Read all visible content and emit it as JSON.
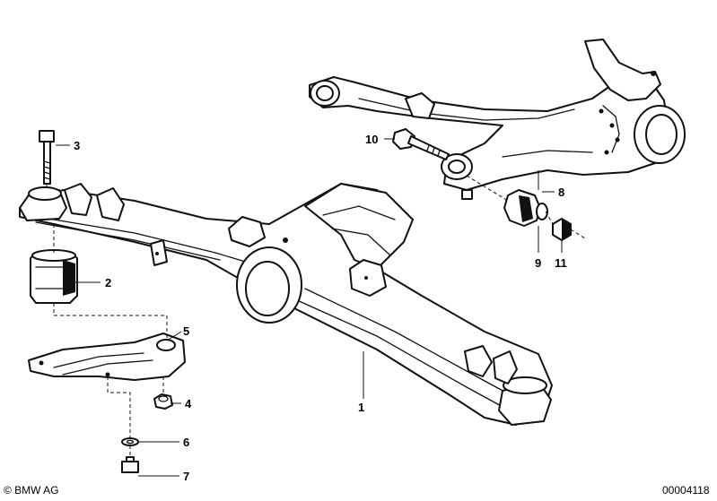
{
  "callouts": {
    "c1": "1",
    "c2": "2",
    "c3": "3",
    "c4": "4",
    "c5": "5",
    "c6": "6",
    "c7": "7",
    "c8": "8",
    "c9": "9",
    "c10": "10",
    "c11": "11"
  },
  "footer": {
    "brand": "© BMW AG",
    "image_number": "00004118"
  },
  "colors": {
    "line": "#111111",
    "background": "#ffffff"
  }
}
